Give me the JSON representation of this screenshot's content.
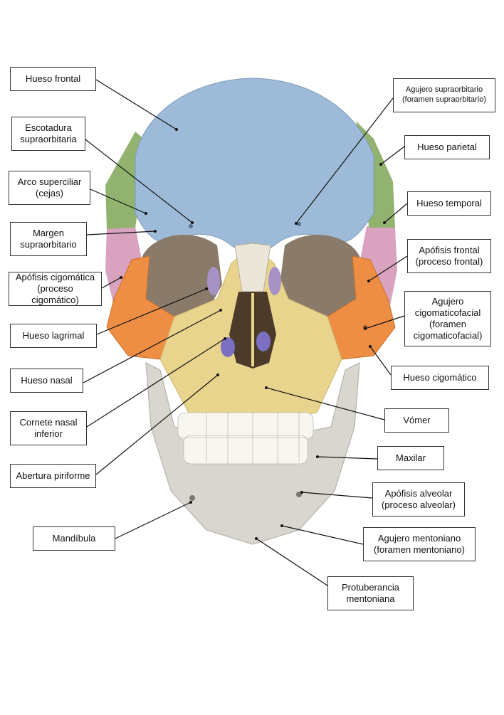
{
  "colors": {
    "frontal": "#9dbbd8",
    "parietal": "#92b36f",
    "temporal": "#d9a3c0",
    "zygomatic": "#ee8e44",
    "maxilla": "#e9d48e",
    "lacrimal": "#a692c7",
    "concha": "#7b6fc2",
    "mandible": "#d8d6cf",
    "orbit": "#8a7a6a",
    "line": "#111111"
  },
  "labels": {
    "hueso_frontal": "Hueso frontal",
    "escotadura_supraorbitaria": "Escotadura\nsupraorbitaria",
    "arco_superciliar": "Arco superciliar\n(cejas)",
    "margen_supraorbitario": "Margen\nsupraorbitario",
    "apofisis_cigomatica": "Apófisis cigomática\n(proceso cigomático)",
    "hueso_lagrimal": "Hueso lagrimal",
    "hueso_nasal": "Hueso nasal",
    "cornete_nasal_inferior": "Cornete nasal\ninferior",
    "abertura_piriforme": "Abertura piriforme",
    "mandibula": "Mandíbula",
    "agujero_supraorbitario": "Agujero supraorbitario\n(foramen supraorbitario)",
    "hueso_parietal": "Hueso parietal",
    "hueso_temporal": "Hueso temporal",
    "apofisis_frontal": "Apófisis frontal\n(proceso frontal)",
    "agujero_cigomaticofacial": "Agujero\ncigomaticofacial\n(foramen\ncigomaticofacial)",
    "hueso_cigomatico": "Hueso cigomático",
    "vomer": "Vómer",
    "maxilar": "Maxilar",
    "apofisis_alveolar": "Apófisis alveolar\n(proceso alveolar)",
    "agujero_mentoniano": "Agujero mentoniano\n(foramen mentoniano)",
    "protuberancia_mentoniana": "Protuberancia\nmentoniana"
  }
}
